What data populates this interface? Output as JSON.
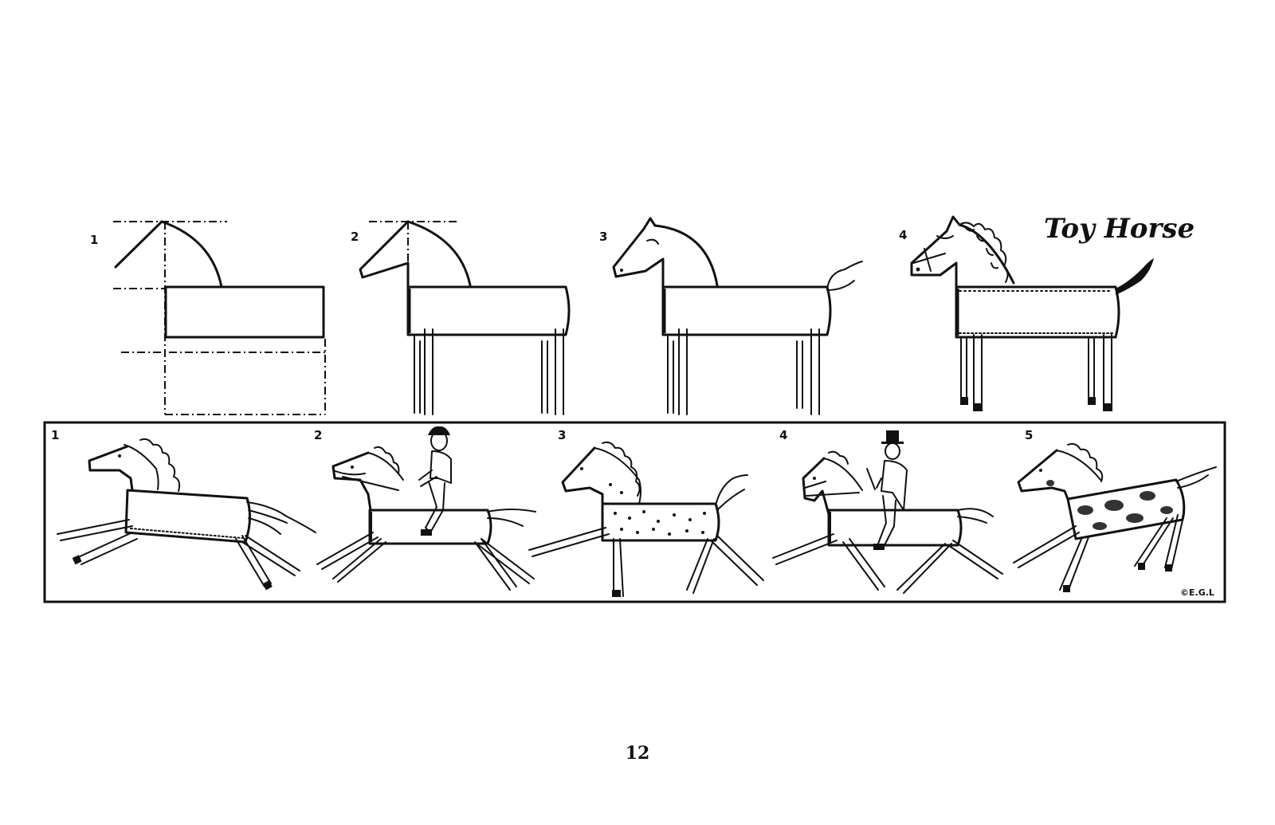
{
  "title": "Toy Horse",
  "steps": [
    {
      "label": "1"
    },
    {
      "label": "2"
    },
    {
      "label": "3"
    },
    {
      "label": "4"
    }
  ],
  "variations": [
    {
      "label": "1"
    },
    {
      "label": "2"
    },
    {
      "label": "3"
    },
    {
      "label": "4"
    },
    {
      "label": "5"
    }
  ],
  "credit": "©E.G.L",
  "page_number": "12",
  "colors": {
    "ink": "#111111",
    "paper": "#ffffff"
  }
}
